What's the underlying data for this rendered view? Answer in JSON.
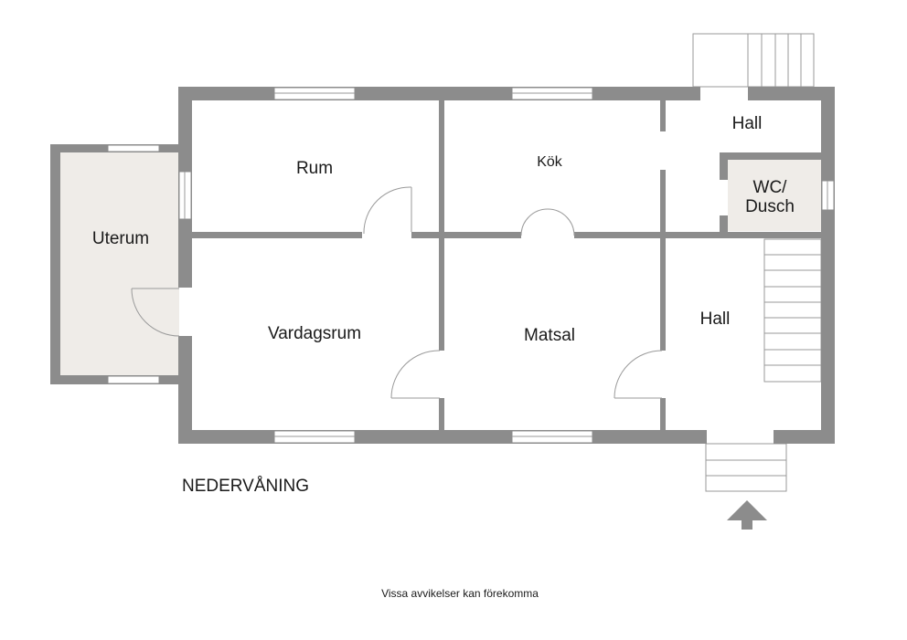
{
  "colors": {
    "wall": "#8c8c8c",
    "room_fill_shaded": "#efece8",
    "room_fill": "#ffffff",
    "text": "#1a1a1a"
  },
  "rooms": {
    "rum": "Rum",
    "kok": "Kök",
    "hall_upper": "Hall",
    "wc_line1": "WC/",
    "wc_line2": "Dusch",
    "uterum": "Uterum",
    "vardagsrum": "Vardagsrum",
    "matsal": "Matsal",
    "hall_lower": "Hall"
  },
  "floor_title": "NEDERVÅNING",
  "disclaimer": "Vissa avvikelser kan förekomma",
  "icons": {
    "entrance": "entrance-arrow-icon"
  }
}
